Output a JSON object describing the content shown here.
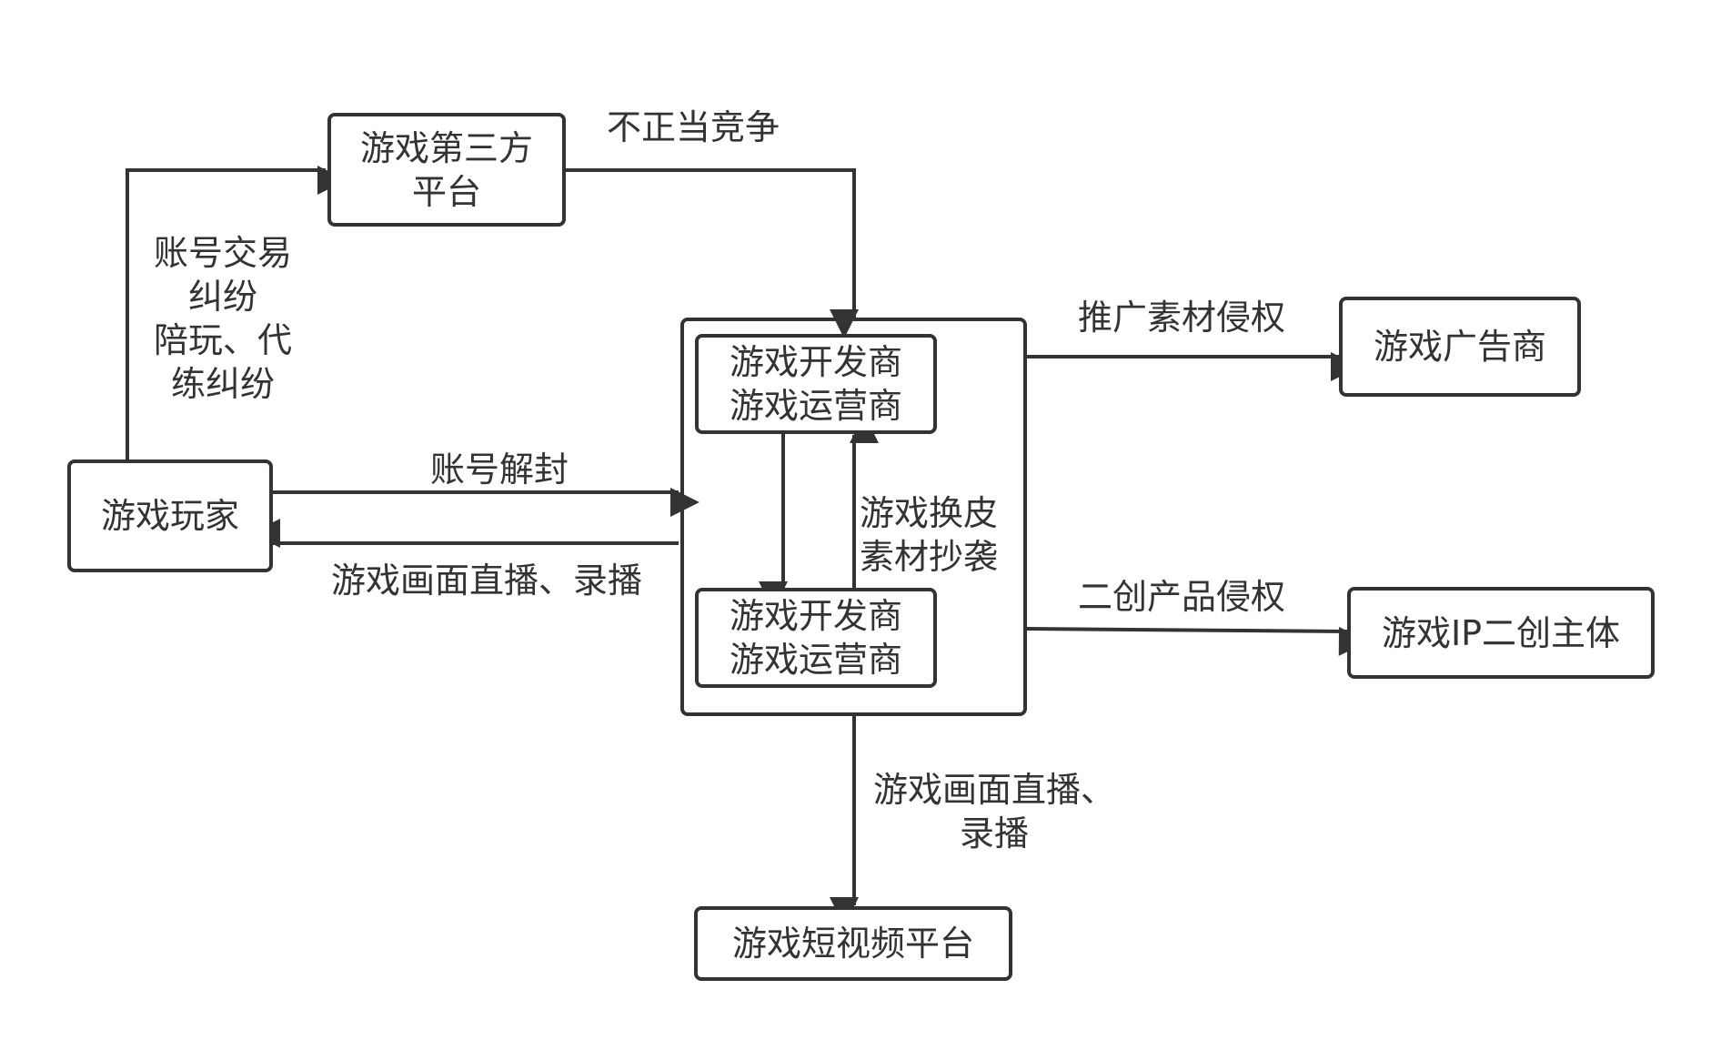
{
  "nodes": {
    "player": "游戏玩家",
    "third_party_line1": "游戏第三方",
    "third_party_line2": "平台",
    "developer_top_line1": "游戏开发商",
    "developer_top_line2": "游戏运营商",
    "developer_bottom_line1": "游戏开发商",
    "developer_bottom_line2": "游戏运营商",
    "advertiser": "游戏广告商",
    "ip_creator": "游戏IP二创主体",
    "short_video": "游戏短视频平台"
  },
  "edge_labels": {
    "account_dispute_line1": "账号交易",
    "account_dispute_line2": "纠纷",
    "account_dispute_line3": "陪玩、代",
    "account_dispute_line4": "练纠纷",
    "unfair_competition": "不正当竞争",
    "account_unban": "账号解封",
    "live_to_player": "游戏画面直播、录播",
    "skin_copy_line1": "游戏换皮",
    "skin_copy_line2": "素材抄袭",
    "promo_infringe": "推广素材侵权",
    "derivative_infringe": "二创产品侵权",
    "live_to_short_line1": "游戏画面直播、",
    "live_to_short_line2": "录播"
  },
  "colors": {
    "stroke": "#333333",
    "background": "#ffffff"
  }
}
